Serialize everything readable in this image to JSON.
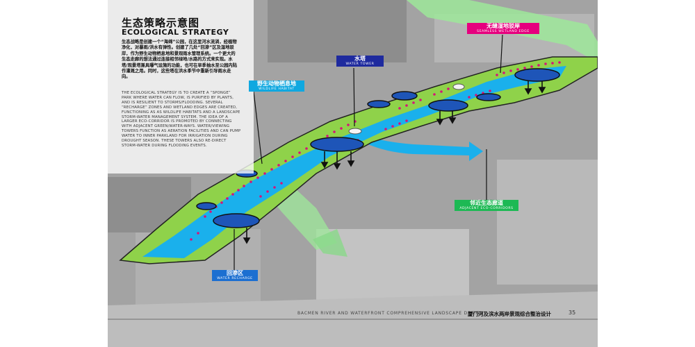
{
  "page": {
    "title_cn": "生态策略示意图",
    "title_en": "ECOLOGICAL STRATEGY",
    "description_cn": "生态战略是创建一个“海绵”公园，在这里河水流淌，经植物净化，对暴雨/洪水有弹性。创建了几处“回渗”区及湿地驳岸，作为野生动物栖息地和景观雨水管理系统。一个更大的生态走廊的想法通过连接相邻绿地/水路的方式来实现。水塔/观景塔兼具曝气设施的功能，也可在旱季抽水至公园内陆作灌溉之用。同时，这些塔在洪水季节中重新引导雨水走向。",
    "description_en": "THE ECOLOGICAL STRATEGY IS TO CREATE A “SPONGE” PARK WHERE WATER CAN FLOW, IS PURIFIED BY PLANTS, AND IS RESILIENT TO STORMS/FLOODING. SEVERAL “RECHARGE” ZONES AND WETLAND EDGES ARE CREATED, FUNCTIONING AS AS WILDLIFE HABITATS AND A LANDSCAPE STORM-WATER MANAGEMENT SYSTEM. THE IDEA OF A LARGER ECO-CORRIDOR IS PROMOTED BY CONNECTING WITH ADJACENT GREEN/WATER-WAYS. WATER/VIEWING TOWERS FUNCTION AS AERATION FACILITIES AND CAN PUMP WATER TO INNER PARKLAND FOR IRRIGATION DURING DROUGHT SEASON. THESE TOWERS ALSO RE-DIRECT STORM-WATER DURING FLOODING EVENTS."
  },
  "labels": {
    "wetland_edge": {
      "cn": "无缝湿地驳岸",
      "en": "SEAMLESS WETLAND EDGE"
    },
    "water_tower": {
      "cn": "水塔",
      "en": "WATER TOWER"
    },
    "wildlife_habitat": {
      "cn": "野生动物栖息地",
      "en": "WILDLIFE HABITAT"
    },
    "eco_corridors": {
      "cn": "邻近生态廊道",
      "en": "ADJACENT ECO-CORRIDORS"
    },
    "water_recharge": {
      "cn": "回渗区",
      "en": "WATER RECHARGE"
    }
  },
  "footer": {
    "project_en": "BACMEN RIVER AND WATERFRONT COMPREHENSIVE LANDSCAPE DESIGN",
    "project_cn": "厦门河及滨水两岸景观综合整治设计",
    "page_number": "35"
  },
  "colors": {
    "wetland_edge": "#e6007e",
    "water_tower": "#1e2a9e",
    "wildlife_habitat": "#10a8e0",
    "eco_corridors": "#1db954",
    "water_recharge": "#1c6fd1",
    "river": "#1ab0ec",
    "strip": "#8fd24a",
    "corridor": "#9ee89a",
    "dots": "#d4157a"
  }
}
